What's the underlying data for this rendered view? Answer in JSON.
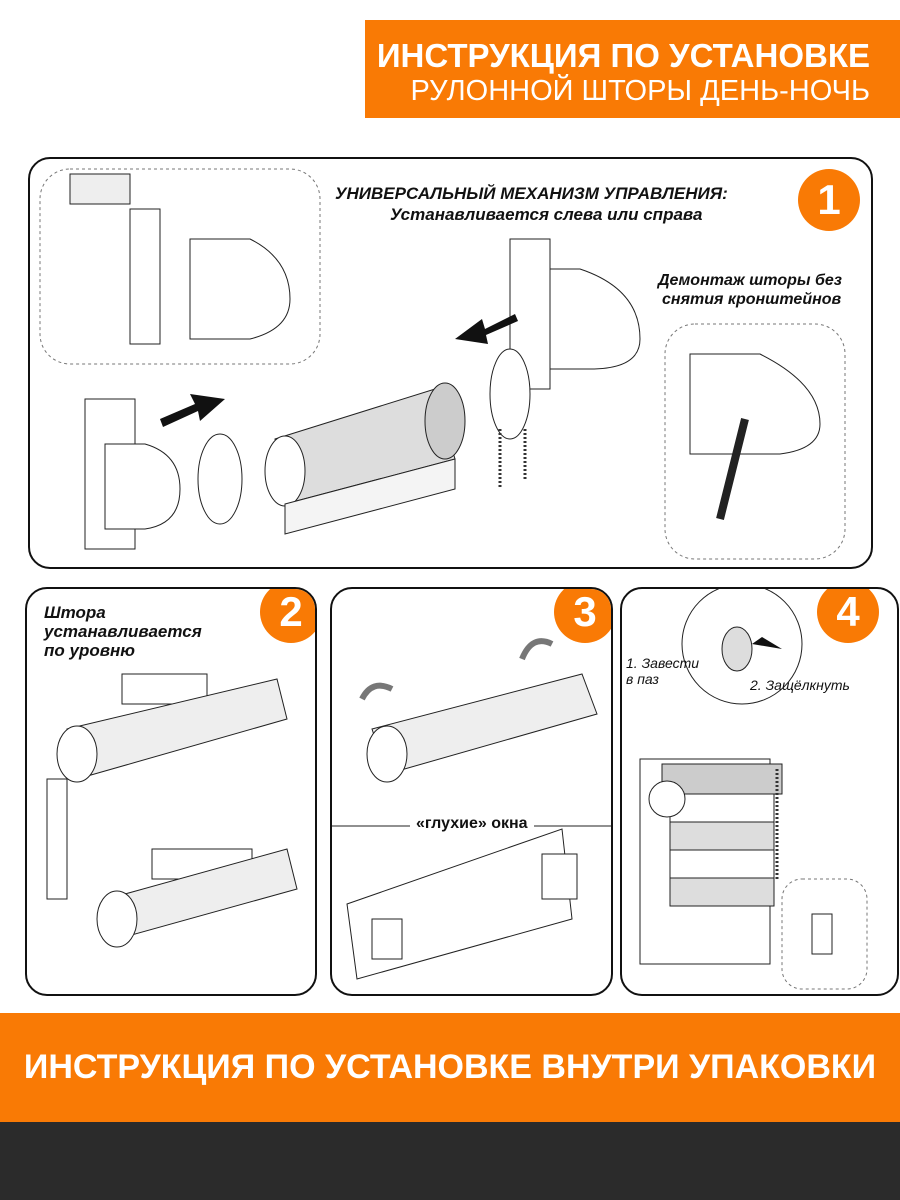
{
  "header": {
    "title": "ИНСТРУКЦИЯ ПО УСТАНОВКЕ",
    "subtitle": "РУЛОННОЙ ШТОРЫ ДЕНЬ-НОЧЬ"
  },
  "step1": {
    "number": "1",
    "title": "УНИВЕРСАЛЬНЫЙ МЕХАНИЗМ УПРАВЛЕНИЯ:",
    "subtitle": "Устанавливается слева или справа",
    "note_line1": "Демонтаж шторы без",
    "note_line2": "снятия кронштейнов"
  },
  "step2": {
    "number": "2",
    "text_line1": "Штора",
    "text_line2": "устанавливается",
    "text_line3": "по уровню"
  },
  "step3": {
    "number": "3",
    "divider_label": "«глухие» окна"
  },
  "step4": {
    "number": "4",
    "label1_line1": "1. Завести",
    "label1_line2": "в паз",
    "label2": "2. Защёлкнуть"
  },
  "footer": {
    "banner": "ИНСТРУКЦИЯ ПО УСТАНОВКЕ ВНУТРИ УПАКОВКИ"
  },
  "colors": {
    "accent": "#f97a05",
    "dark": "#2b2b2b"
  }
}
